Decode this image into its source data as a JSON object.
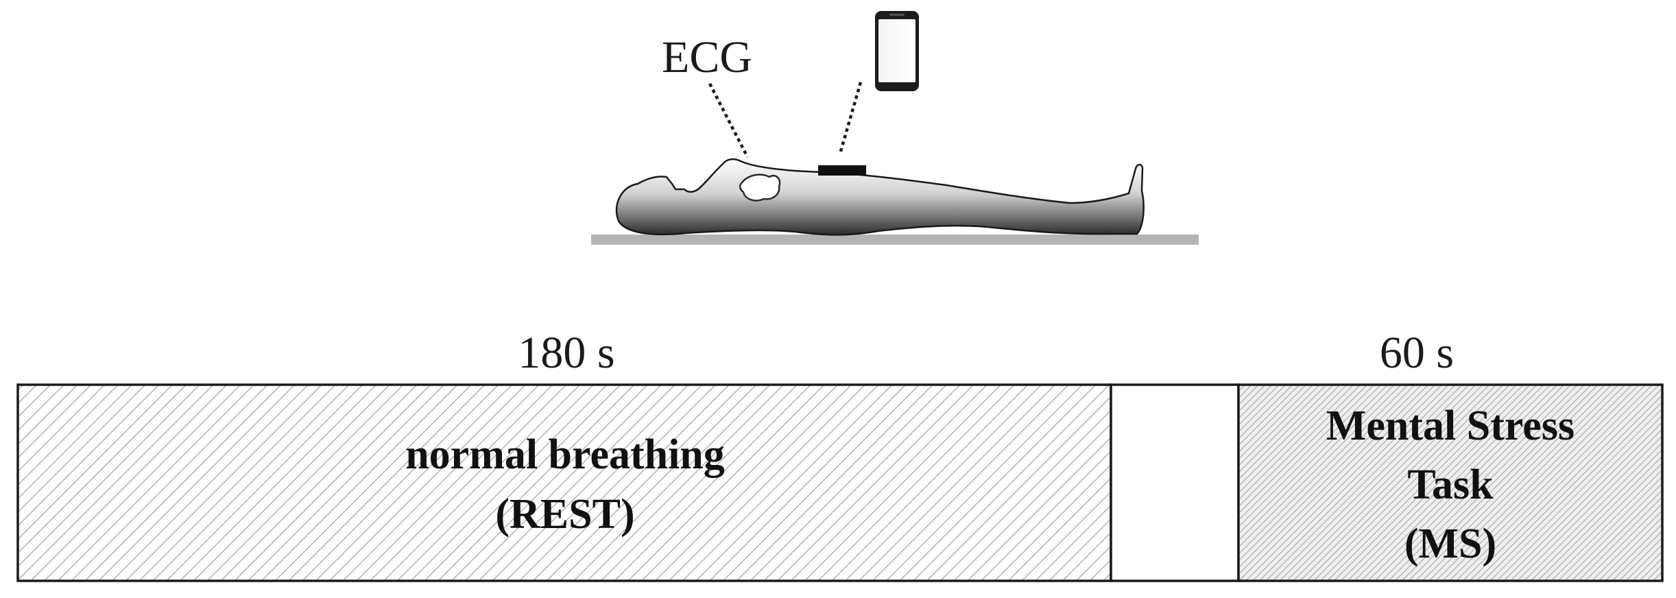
{
  "illustration": {
    "ecg_label": "ECG",
    "sensor_icon": "smartphone-icon",
    "subject_icon": "supine-person-icon",
    "heart_icon": "heart-icon"
  },
  "timeline": {
    "phases": [
      {
        "duration_label": "180 s",
        "name_line1": "normal breathing",
        "name_line2": "(REST)",
        "pattern": "wide-diagonal-hatch"
      },
      {
        "duration_label": "",
        "name_line1": "",
        "name_line2": "",
        "pattern": "blank"
      },
      {
        "duration_label": "60 s",
        "name_line1": "Mental Stress",
        "name_line2": "Task",
        "name_line3": "(MS)",
        "pattern": "dense-diagonal-hatch"
      }
    ]
  },
  "colors": {
    "outline": "#1a1a1a",
    "hatch_wide": "#9a9a9a",
    "hatch_dense": "#8c8c8c",
    "bed": "#b4b4b4",
    "sensor_patch": "#111111"
  }
}
